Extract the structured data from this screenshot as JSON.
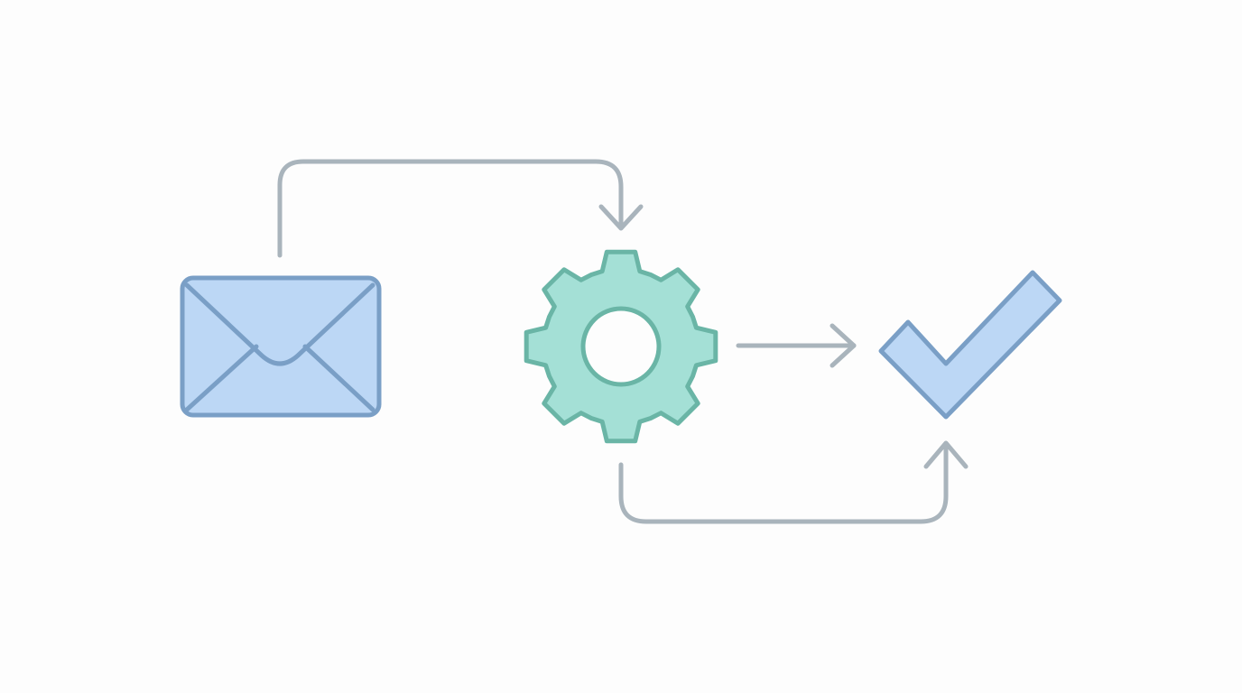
{
  "diagram": {
    "nodes": [
      {
        "id": "input",
        "icon": "envelope-icon"
      },
      {
        "id": "process",
        "icon": "gear-icon"
      },
      {
        "id": "output",
        "icon": "checkmark-icon"
      }
    ],
    "edges": [
      {
        "from": "input",
        "to": "process",
        "style": "elbow-arrow"
      },
      {
        "from": "process",
        "to": "output",
        "style": "straight-arrow"
      },
      {
        "from": "process",
        "to": "output",
        "style": "elbow-arrow"
      }
    ],
    "colors": {
      "background": "#fdfdfd",
      "envelope_fill": "#bcd7f5",
      "envelope_stroke": "#7a9fc6",
      "gear_fill": "#a4e0d6",
      "gear_stroke": "#6ab5a6",
      "check_fill": "#bcd7f5",
      "check_stroke": "#7a9fc6",
      "connector": "#a9b4bc"
    }
  }
}
